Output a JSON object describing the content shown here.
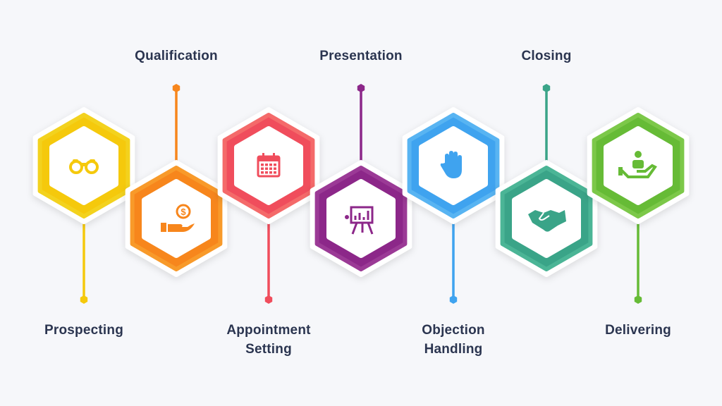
{
  "title": "Sales Process Steps",
  "steps": [
    {
      "label": [
        "Prospecting"
      ],
      "color": "#f5c90c",
      "color2": "#f3d21e",
      "icon": "binoculars-icon"
    },
    {
      "label": [
        "Qualification"
      ],
      "color": "#f7861c",
      "color2": "#f89a2a",
      "icon": "hand-coin-icon"
    },
    {
      "label": [
        "Appointment",
        "Setting"
      ],
      "color": "#f04d5c",
      "color2": "#f46a6a",
      "icon": "calendar-icon"
    },
    {
      "label": [
        "Presentation"
      ],
      "color": "#8c2789",
      "color2": "#9b3a96",
      "icon": "presentation-board-icon"
    },
    {
      "label": [
        "Objection",
        "Handling"
      ],
      "color": "#3fa3ef",
      "color2": "#58b4f2",
      "icon": "raised-hand-icon"
    },
    {
      "label": [
        "Closing"
      ],
      "color": "#3aa488",
      "color2": "#4bb596",
      "icon": "handshake-icon"
    },
    {
      "label": [
        "Delivering"
      ],
      "color": "#66bb36",
      "color2": "#7cc849",
      "icon": "delivery-hand-icon"
    }
  ]
}
